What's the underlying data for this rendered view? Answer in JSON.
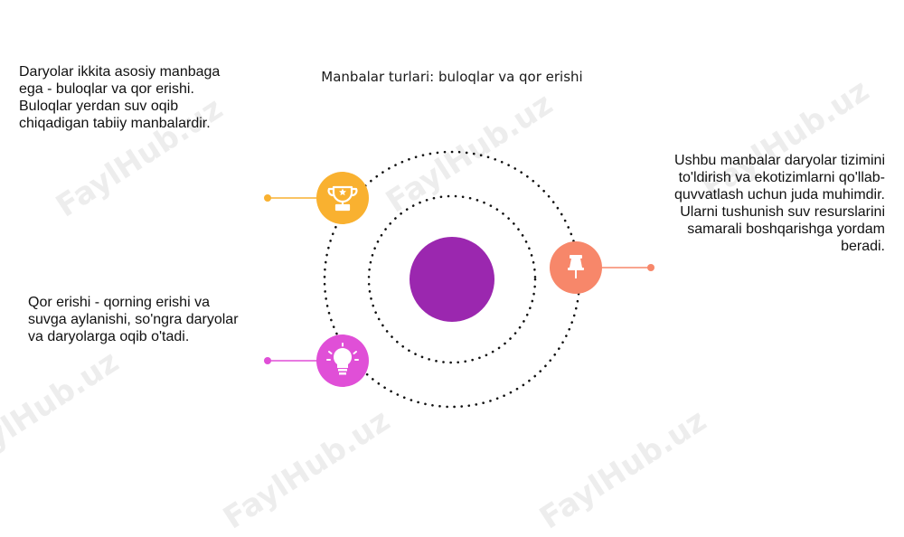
{
  "title": "Manbalar turlari: buloqlar va qor erishi",
  "texts": {
    "top_left": "Daryolar ikkita asosiy manbaga\nega - buloqlar va qor erishi.\nBuloqlar yerdan suv oqib\nchiqadigan tabiiy manbalardir.",
    "right": "Ushbu manbalar daryolar tizimini\nto'ldirish va ekotizimlarni qo'llab-\nquvvatlash uchun juda muhimdir.\nUlarni tushunish suv resurslarini\nsamarali boshqarishga yordam\nberadi.",
    "bottom_left": "Qor erishi - qorning erishi va\nsuvga aylanishi, so'ngra daryolar\nva daryolarga oqib o'tadi."
  },
  "nodes": [
    {
      "icon": "trophy-icon",
      "color": "#F9B130"
    },
    {
      "icon": "pushpin-icon",
      "color": "#F7876A"
    },
    {
      "icon": "lightbulb-icon",
      "color": "#E04FD7"
    }
  ],
  "center_color": "#9B27AF",
  "watermark": "FaylHub.uz"
}
